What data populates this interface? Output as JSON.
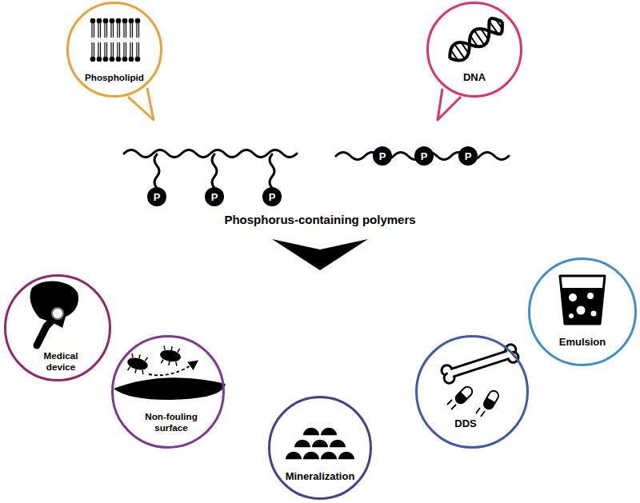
{
  "diagram": {
    "nodes": [
      {
        "text": [
          "Phospholipid"
        ]
      },
      {
        "text": [
          "DNA"
        ]
      },
      {
        "text": [
          "Medical device"
        ]
      },
      {
        "text": [
          "Non-fouling surface"
        ]
      },
      {
        "text": [
          "Mineralization"
        ]
      },
      {
        "text": [
          "DDS"
        ]
      },
      {
        "text": [
          "Emulsion"
        ]
      }
    ],
    "labels": [
      "P",
      "P",
      "P",
      "P",
      "P",
      "P",
      "Phosphorus-containing polymers"
    ]
  }
}
